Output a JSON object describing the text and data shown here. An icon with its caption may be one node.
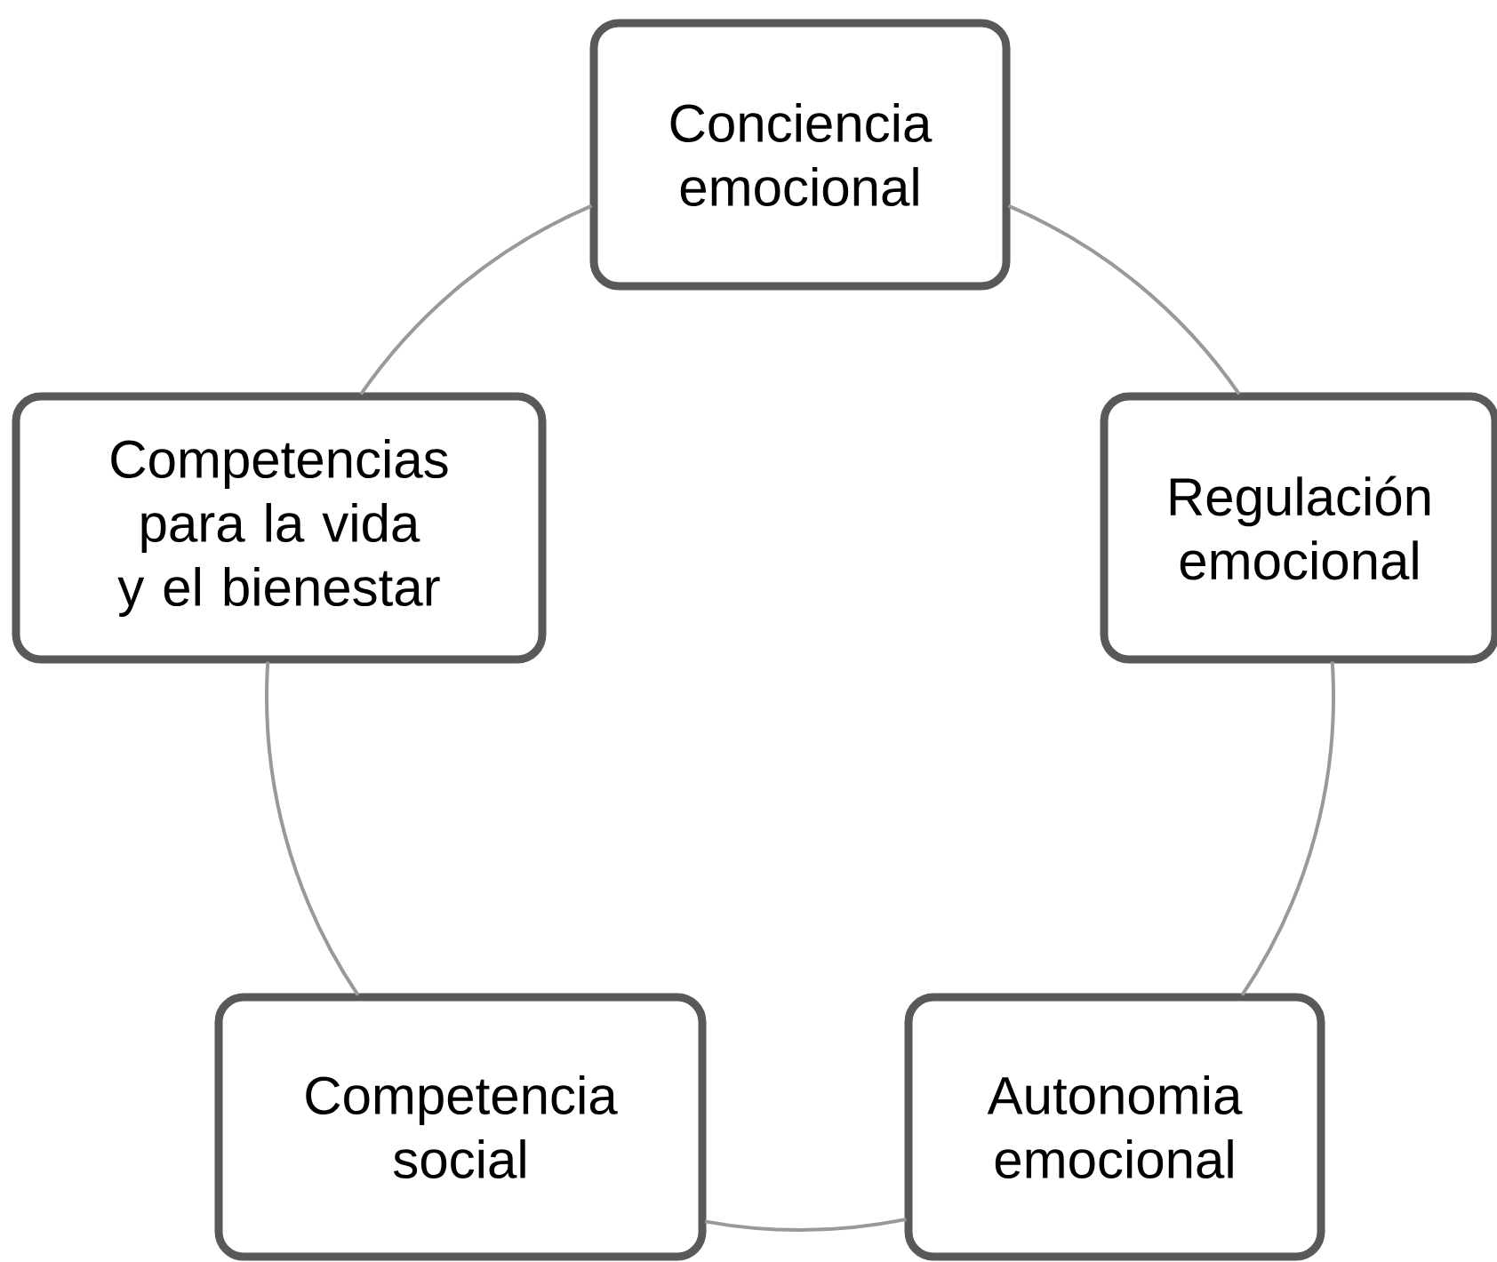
{
  "diagram": {
    "nodes": [
      {
        "text": [
          "Conciencia emocional"
        ]
      },
      {
        "text": [
          "Regulación emocional"
        ]
      },
      {
        "text": [
          "Autonomia emocional"
        ]
      },
      {
        "text": [
          "Competencia social"
        ]
      },
      {
        "text": [
          "Competencias para la vida y el bienestar"
        ]
      }
    ],
    "edges": [
      {
        "from": 0,
        "to": 1,
        "arrow": "none"
      },
      {
        "from": 1,
        "to": 2,
        "arrow": "none"
      },
      {
        "from": 2,
        "to": 3,
        "arrow": "none"
      },
      {
        "from": 3,
        "to": 4,
        "arrow": "none"
      },
      {
        "from": 4,
        "to": 0,
        "arrow": "none"
      }
    ]
  }
}
